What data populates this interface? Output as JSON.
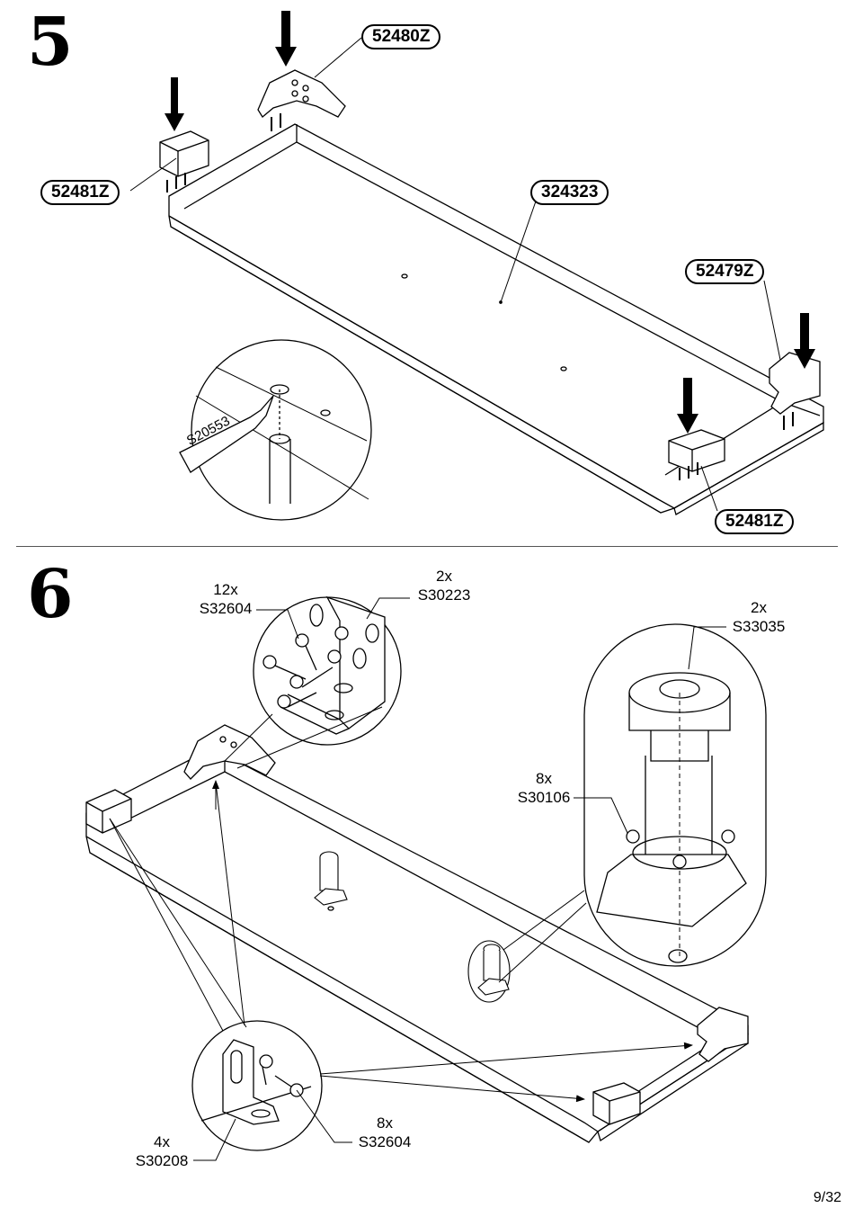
{
  "step5": {
    "number": "5",
    "parts": {
      "corner_top": "52480Z",
      "end_block_left": "52481Z",
      "panel": "324323",
      "corner_right": "52479Z",
      "end_block_right": "52481Z"
    },
    "glue_label": "S20553"
  },
  "step6": {
    "number": "6",
    "bracket_screws": {
      "qty": "12x",
      "code": "S32604"
    },
    "angle_bracket": {
      "qty": "2x",
      "code": "S30223"
    },
    "leveler": {
      "qty": "2x",
      "code": "S33035"
    },
    "leveler_screws": {
      "qty": "8x",
      "code": "S30106"
    },
    "small_bracket": {
      "qty": "4x",
      "code": "S30208"
    },
    "small_bracket_screws": {
      "qty": "8x",
      "code": "S32604"
    }
  },
  "footer": {
    "page": "9/32"
  }
}
